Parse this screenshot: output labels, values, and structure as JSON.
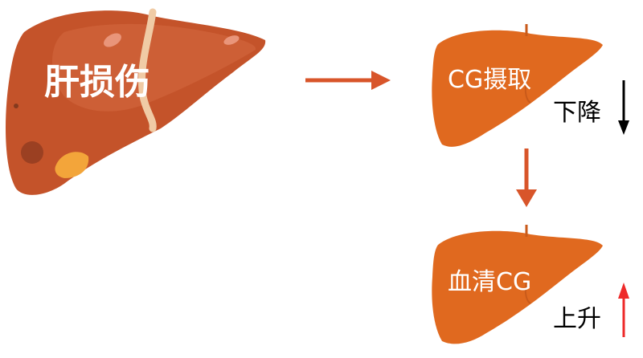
{
  "labels": {
    "liver_injury": "肝损伤",
    "cg_uptake": "CG摄取",
    "decrease": "下降",
    "serum_cg": "血清CG",
    "increase": "上升"
  },
  "colors": {
    "big_liver": "#c4532a",
    "small_liver": "#e0691f",
    "arrow": "#d8552a",
    "down_arrow": "#000000",
    "up_arrow": "#ee2a2a"
  }
}
